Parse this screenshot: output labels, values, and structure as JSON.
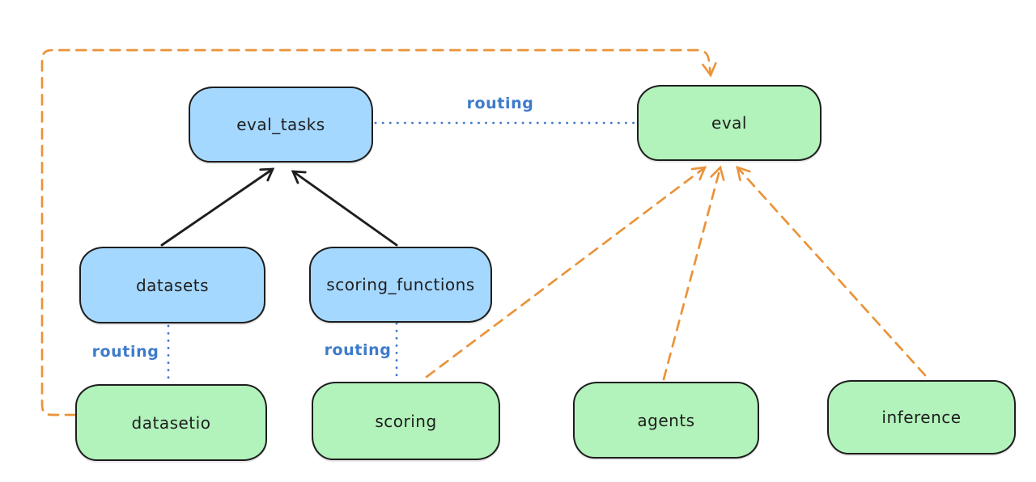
{
  "colors": {
    "background": "#ffffff",
    "node_stroke": "#1e1e1e",
    "blue_node_fill": "#a5d8ff",
    "green_node_fill": "#b2f2bb",
    "routing_blue": "#3d7bcb",
    "provider_orange": "#ea9339",
    "black_arrow": "#1e1e1e"
  },
  "diagram": {
    "nodes": {
      "eval_tasks": {
        "label": "eval_tasks",
        "fill": "blue"
      },
      "eval": {
        "label": "eval",
        "fill": "green"
      },
      "datasets": {
        "label": "datasets",
        "fill": "blue"
      },
      "scoring_functions": {
        "label": "scoring_functions",
        "fill": "blue"
      },
      "datasetio": {
        "label": "datasetio",
        "fill": "green"
      },
      "scoring": {
        "label": "scoring",
        "fill": "green"
      },
      "agents": {
        "label": "agents",
        "fill": "green"
      },
      "inference": {
        "label": "inference",
        "fill": "green"
      }
    },
    "edge_labels": {
      "eval_tasks_eval": "routing",
      "datasets_datasetio": "routing",
      "scoring_functions_scoring": "routing"
    },
    "edges": [
      {
        "from": "eval_tasks",
        "to": "eval",
        "style": "dotted",
        "color": "blue",
        "label": "routing",
        "arrow": false
      },
      {
        "from": "datasets",
        "to": "datasetio",
        "style": "dotted",
        "color": "blue",
        "label": "routing",
        "arrow": false
      },
      {
        "from": "scoring_functions",
        "to": "scoring",
        "style": "dotted",
        "color": "blue",
        "label": "routing",
        "arrow": false
      },
      {
        "from": "datasets",
        "to": "eval_tasks",
        "style": "solid",
        "color": "black",
        "label": "",
        "arrow": true
      },
      {
        "from": "scoring_functions",
        "to": "eval_tasks",
        "style": "solid",
        "color": "black",
        "label": "",
        "arrow": true
      },
      {
        "from": "datasetio",
        "to": "eval",
        "style": "dashed",
        "color": "orange",
        "label": "",
        "arrow": true
      },
      {
        "from": "scoring",
        "to": "eval",
        "style": "dashed",
        "color": "orange",
        "label": "",
        "arrow": true
      },
      {
        "from": "agents",
        "to": "eval",
        "style": "dashed",
        "color": "orange",
        "label": "",
        "arrow": true
      },
      {
        "from": "inference",
        "to": "eval",
        "style": "dashed",
        "color": "orange",
        "label": "",
        "arrow": true
      }
    ]
  }
}
